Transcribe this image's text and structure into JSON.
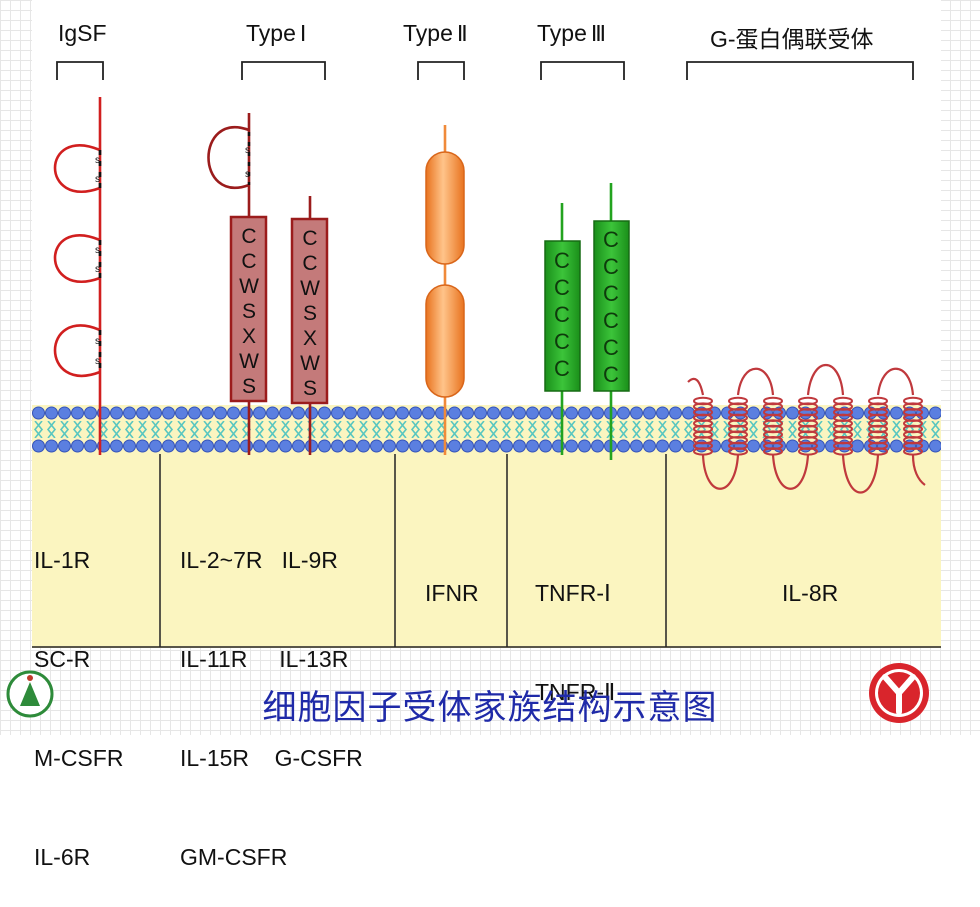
{
  "families": [
    {
      "id": "igsf",
      "label": "IgSF",
      "roman": "",
      "members": [
        "IL-1R",
        "SC-R",
        "M-CSFR",
        "IL-6R"
      ]
    },
    {
      "id": "type1",
      "label": "Type",
      "roman": "Ⅰ",
      "members": [
        "IL-2~7R   IL-9R",
        "IL-11R     IL-13R",
        "IL-15R    G-CSFR",
        "GM-CSFR"
      ]
    },
    {
      "id": "type2",
      "label": "Type",
      "roman": "Ⅱ",
      "members": [
        "IFNR"
      ]
    },
    {
      "id": "type3",
      "label": "Type",
      "roman": "Ⅲ",
      "members": [
        "TNFR-Ⅰ",
        "TNFR-Ⅱ"
      ]
    },
    {
      "id": "gpcr",
      "label": "G-蛋白偶联受体",
      "roman": "",
      "members": [
        "IL-8R"
      ]
    }
  ],
  "domain_labels": {
    "disulfide": "s",
    "type1_motif": [
      "C",
      "C",
      "W",
      "S",
      "X",
      "W",
      "S"
    ],
    "type3_motif_short": [
      "C",
      "C",
      "C",
      "C",
      "C"
    ],
    "type3_motif_long": [
      "C",
      "C",
      "C",
      "C",
      "C",
      "C"
    ]
  },
  "caption": "细胞因子受体家族结构示意图",
  "colors": {
    "igsf_chain": "#d11f1f",
    "type1_box": "#c47a7a",
    "type1_border": "#9b1c1c",
    "type2_ellipse": "#f08a3a",
    "type3_box": "#23a31f",
    "gpcr_chain": "#c0393d",
    "membrane_head": "#5a7fe0",
    "membrane_tail": "#58c6c0",
    "cytoplasm": "#fbf5c0",
    "caption": "#1f2aa8"
  },
  "icons": [
    "school-seal-icon",
    "y-logo-icon"
  ]
}
